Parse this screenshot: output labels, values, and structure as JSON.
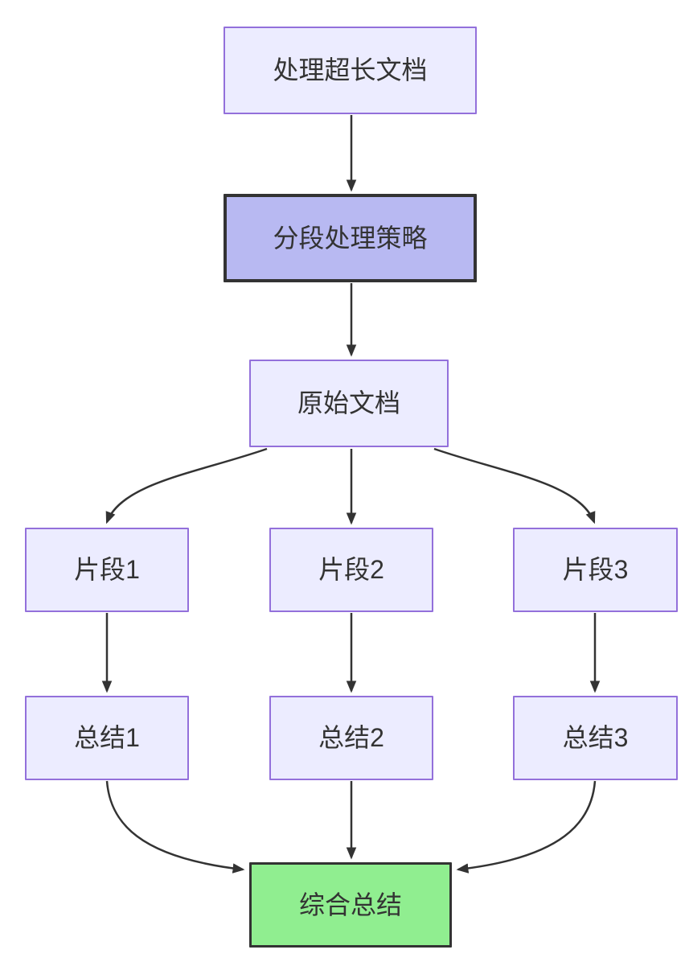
{
  "diagram": {
    "type": "flowchart",
    "direction": "top-down",
    "nodes": {
      "process_long_doc": {
        "label": "处理超长文档",
        "style": "default"
      },
      "strategy": {
        "label": "分段处理策略",
        "style": "highlight"
      },
      "original_doc": {
        "label": "原始文档",
        "style": "default"
      },
      "fragment1": {
        "label": "片段1",
        "style": "default"
      },
      "fragment2": {
        "label": "片段2",
        "style": "default"
      },
      "fragment3": {
        "label": "片段3",
        "style": "default"
      },
      "summary1": {
        "label": "总结1",
        "style": "default"
      },
      "summary2": {
        "label": "总结2",
        "style": "default"
      },
      "summary3": {
        "label": "总结3",
        "style": "default"
      },
      "final_summary": {
        "label": "综合总结",
        "style": "success"
      }
    },
    "edges": [
      {
        "from": "处理超长文档",
        "to": "分段处理策略"
      },
      {
        "from": "分段处理策略",
        "to": "原始文档"
      },
      {
        "from": "原始文档",
        "to": "片段1"
      },
      {
        "from": "原始文档",
        "to": "片段2"
      },
      {
        "from": "原始文档",
        "to": "片段3"
      },
      {
        "from": "片段1",
        "to": "总结1"
      },
      {
        "from": "片段2",
        "to": "总结2"
      },
      {
        "from": "片段3",
        "to": "总结3"
      },
      {
        "from": "总结1",
        "to": "综合总结"
      },
      {
        "from": "总结2",
        "to": "综合总结"
      },
      {
        "from": "总结3",
        "to": "综合总结"
      }
    ],
    "colors": {
      "node_fill": "#ECECFF",
      "node_border": "#9370DB",
      "highlight_fill": "#B8B9F2",
      "highlight_border": "#333333",
      "success_fill": "#90EE90",
      "success_border": "#333333",
      "edge_stroke": "#333333",
      "text": "#333333",
      "background": "#FFFFFF"
    }
  }
}
